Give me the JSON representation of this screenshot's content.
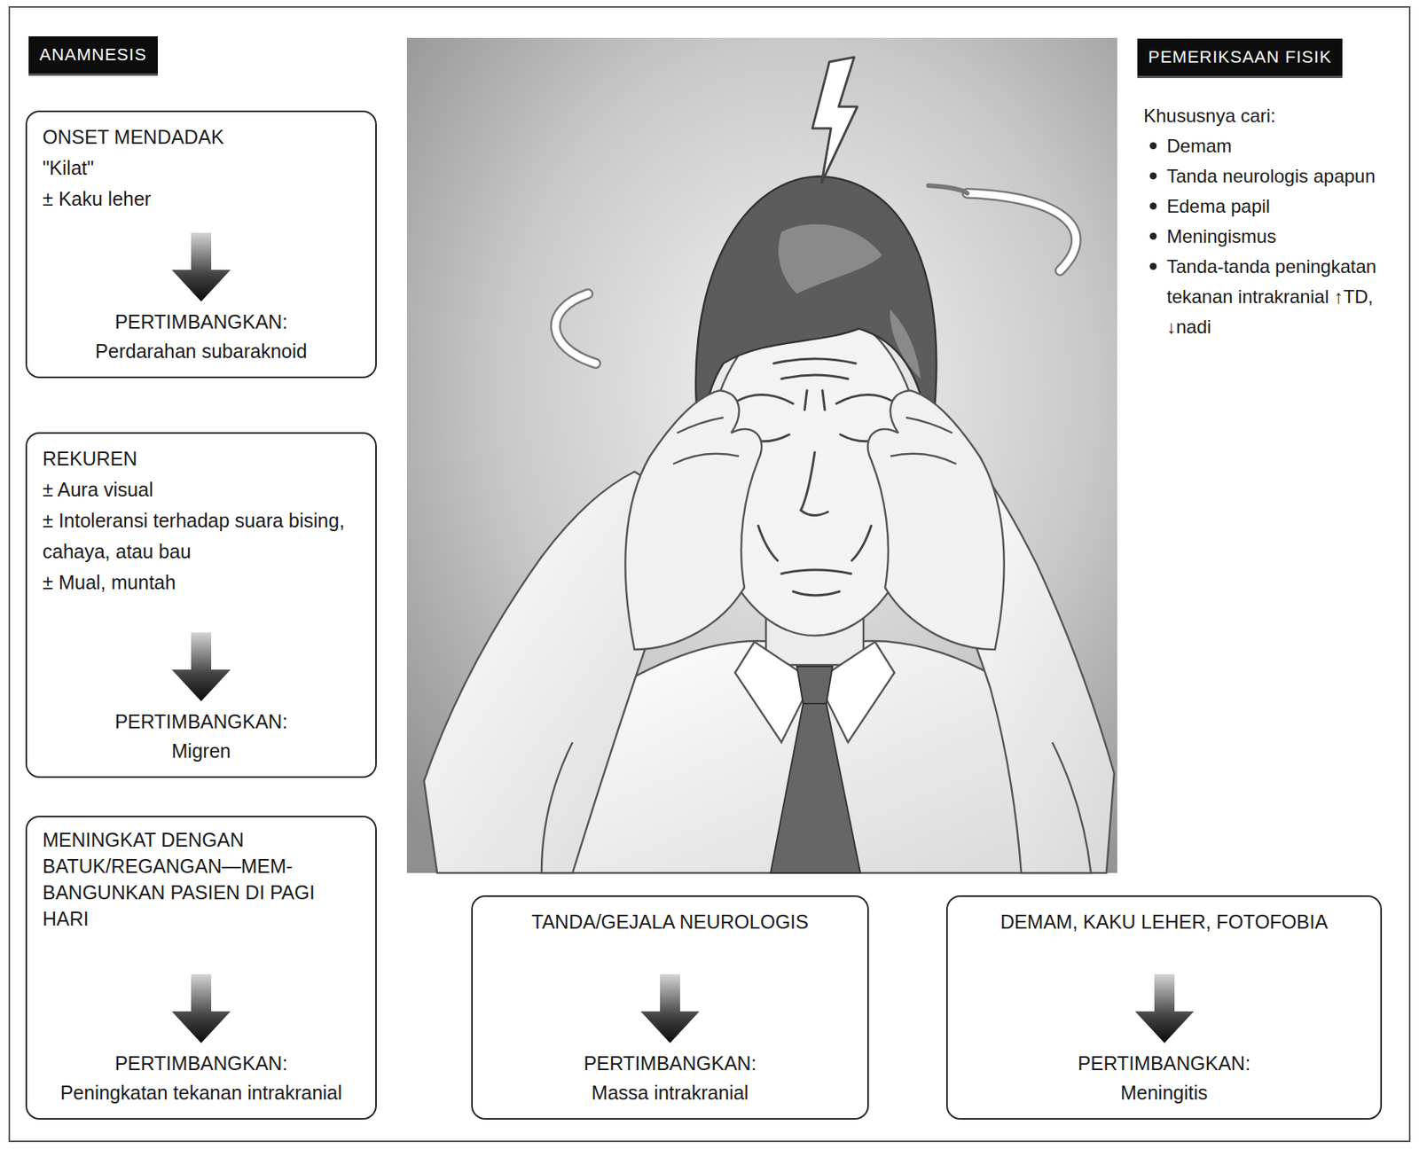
{
  "diagram": {
    "nodes": [
      {
        "text": [
          "ANAMNESIS"
        ]
      },
      {
        "text": [
          "ONSET MENDADAK",
          "\"Kilat\"",
          "± Kaku leher",
          "PERTIMBANGKAN:",
          "Perdarahan subaraknoid"
        ]
      },
      {
        "text": [
          "REKUREN",
          "± Aura visual",
          "± Intoleransi terhadap suara bising, cahaya, atau bau",
          "± Mual, muntah",
          "PERTIMBANGKAN:",
          "Migren"
        ]
      },
      {
        "text": [
          "MENINGKAT DENGAN BATUK/REGANGAN—MEM- BANGUNKAN PASIEN DI PAGI HARI",
          "PERTIMBANGKAN:",
          "Peningkatan tekanan intrakranial"
        ]
      },
      {
        "text": [
          "PEMERIKSAAN FISIK"
        ]
      },
      {
        "text": [
          "TANDA/GEJALA NEUROLOGIS",
          "PERTIMBANGKAN:",
          "Massa intrakranial"
        ]
      },
      {
        "text": [
          "DEMAM, KAKU LEHER, FOTOFOBIA",
          "PERTIMBANGKAN:",
          "Meningitis"
        ]
      }
    ],
    "labels": [
      "Khususnya cari:",
      "Demam",
      "Tanda neurologis apapun",
      "Edema papil",
      "Meningismus",
      "Tanda-tanda peningkatan tekanan intrakranial ↑TD, ↓nadi"
    ]
  }
}
